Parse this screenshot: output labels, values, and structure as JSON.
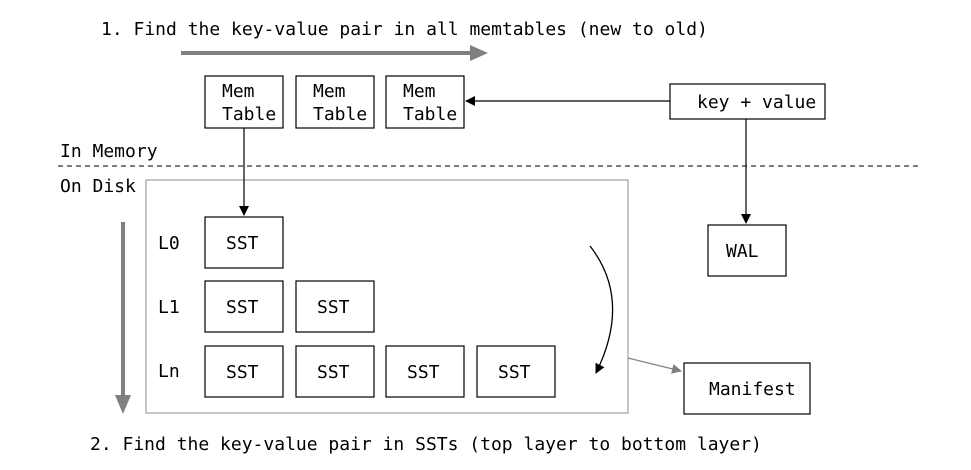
{
  "step_top": "1. Find the key-value pair in all memtables (new to old)",
  "step_bottom": "2. Find the key-value pair in SSTs (top layer to bottom layer)",
  "memtables": [
    {
      "line1": "Mem",
      "line2": "Table"
    },
    {
      "line1": "Mem",
      "line2": "Table"
    },
    {
      "line1": "Mem",
      "line2": "Table"
    }
  ],
  "key_value": "key + value",
  "in_memory": "In Memory",
  "on_disk": "On Disk",
  "levels": [
    {
      "name": "L0",
      "ssts": [
        "SST"
      ]
    },
    {
      "name": "L1",
      "ssts": [
        "SST",
        "SST"
      ]
    },
    {
      "name": "Ln",
      "ssts": [
        "SST",
        "SST",
        "SST",
        "SST"
      ]
    }
  ],
  "wal": "WAL",
  "manifest": "Manifest",
  "colors": {
    "line": "#000000",
    "gray_arrow": "#808080",
    "container_border": "#a0a0a0"
  }
}
